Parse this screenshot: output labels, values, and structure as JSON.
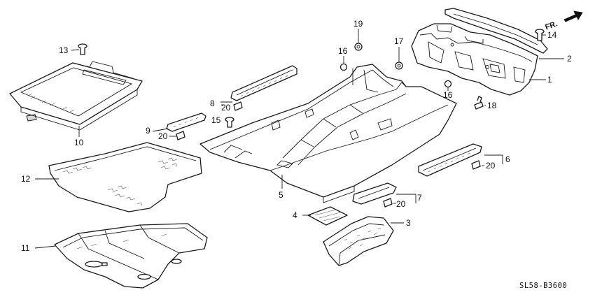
{
  "orientation_label": "FR.",
  "diagram_code": "SL58-B3600",
  "callouts": {
    "c1": "1",
    "c2": "2",
    "c3": "3",
    "c4": "4",
    "c5": "5",
    "c6": "6",
    "c7": "7",
    "c8": "8",
    "c9": "9",
    "c10": "10",
    "c11": "11",
    "c12": "12",
    "c13": "13",
    "c14": "14",
    "c15": "15",
    "c16a": "16",
    "c16b": "16",
    "c17": "17",
    "c18": "18",
    "c19": "19",
    "c20a": "20",
    "c20b": "20",
    "c20c": "20",
    "c20d": "20"
  }
}
